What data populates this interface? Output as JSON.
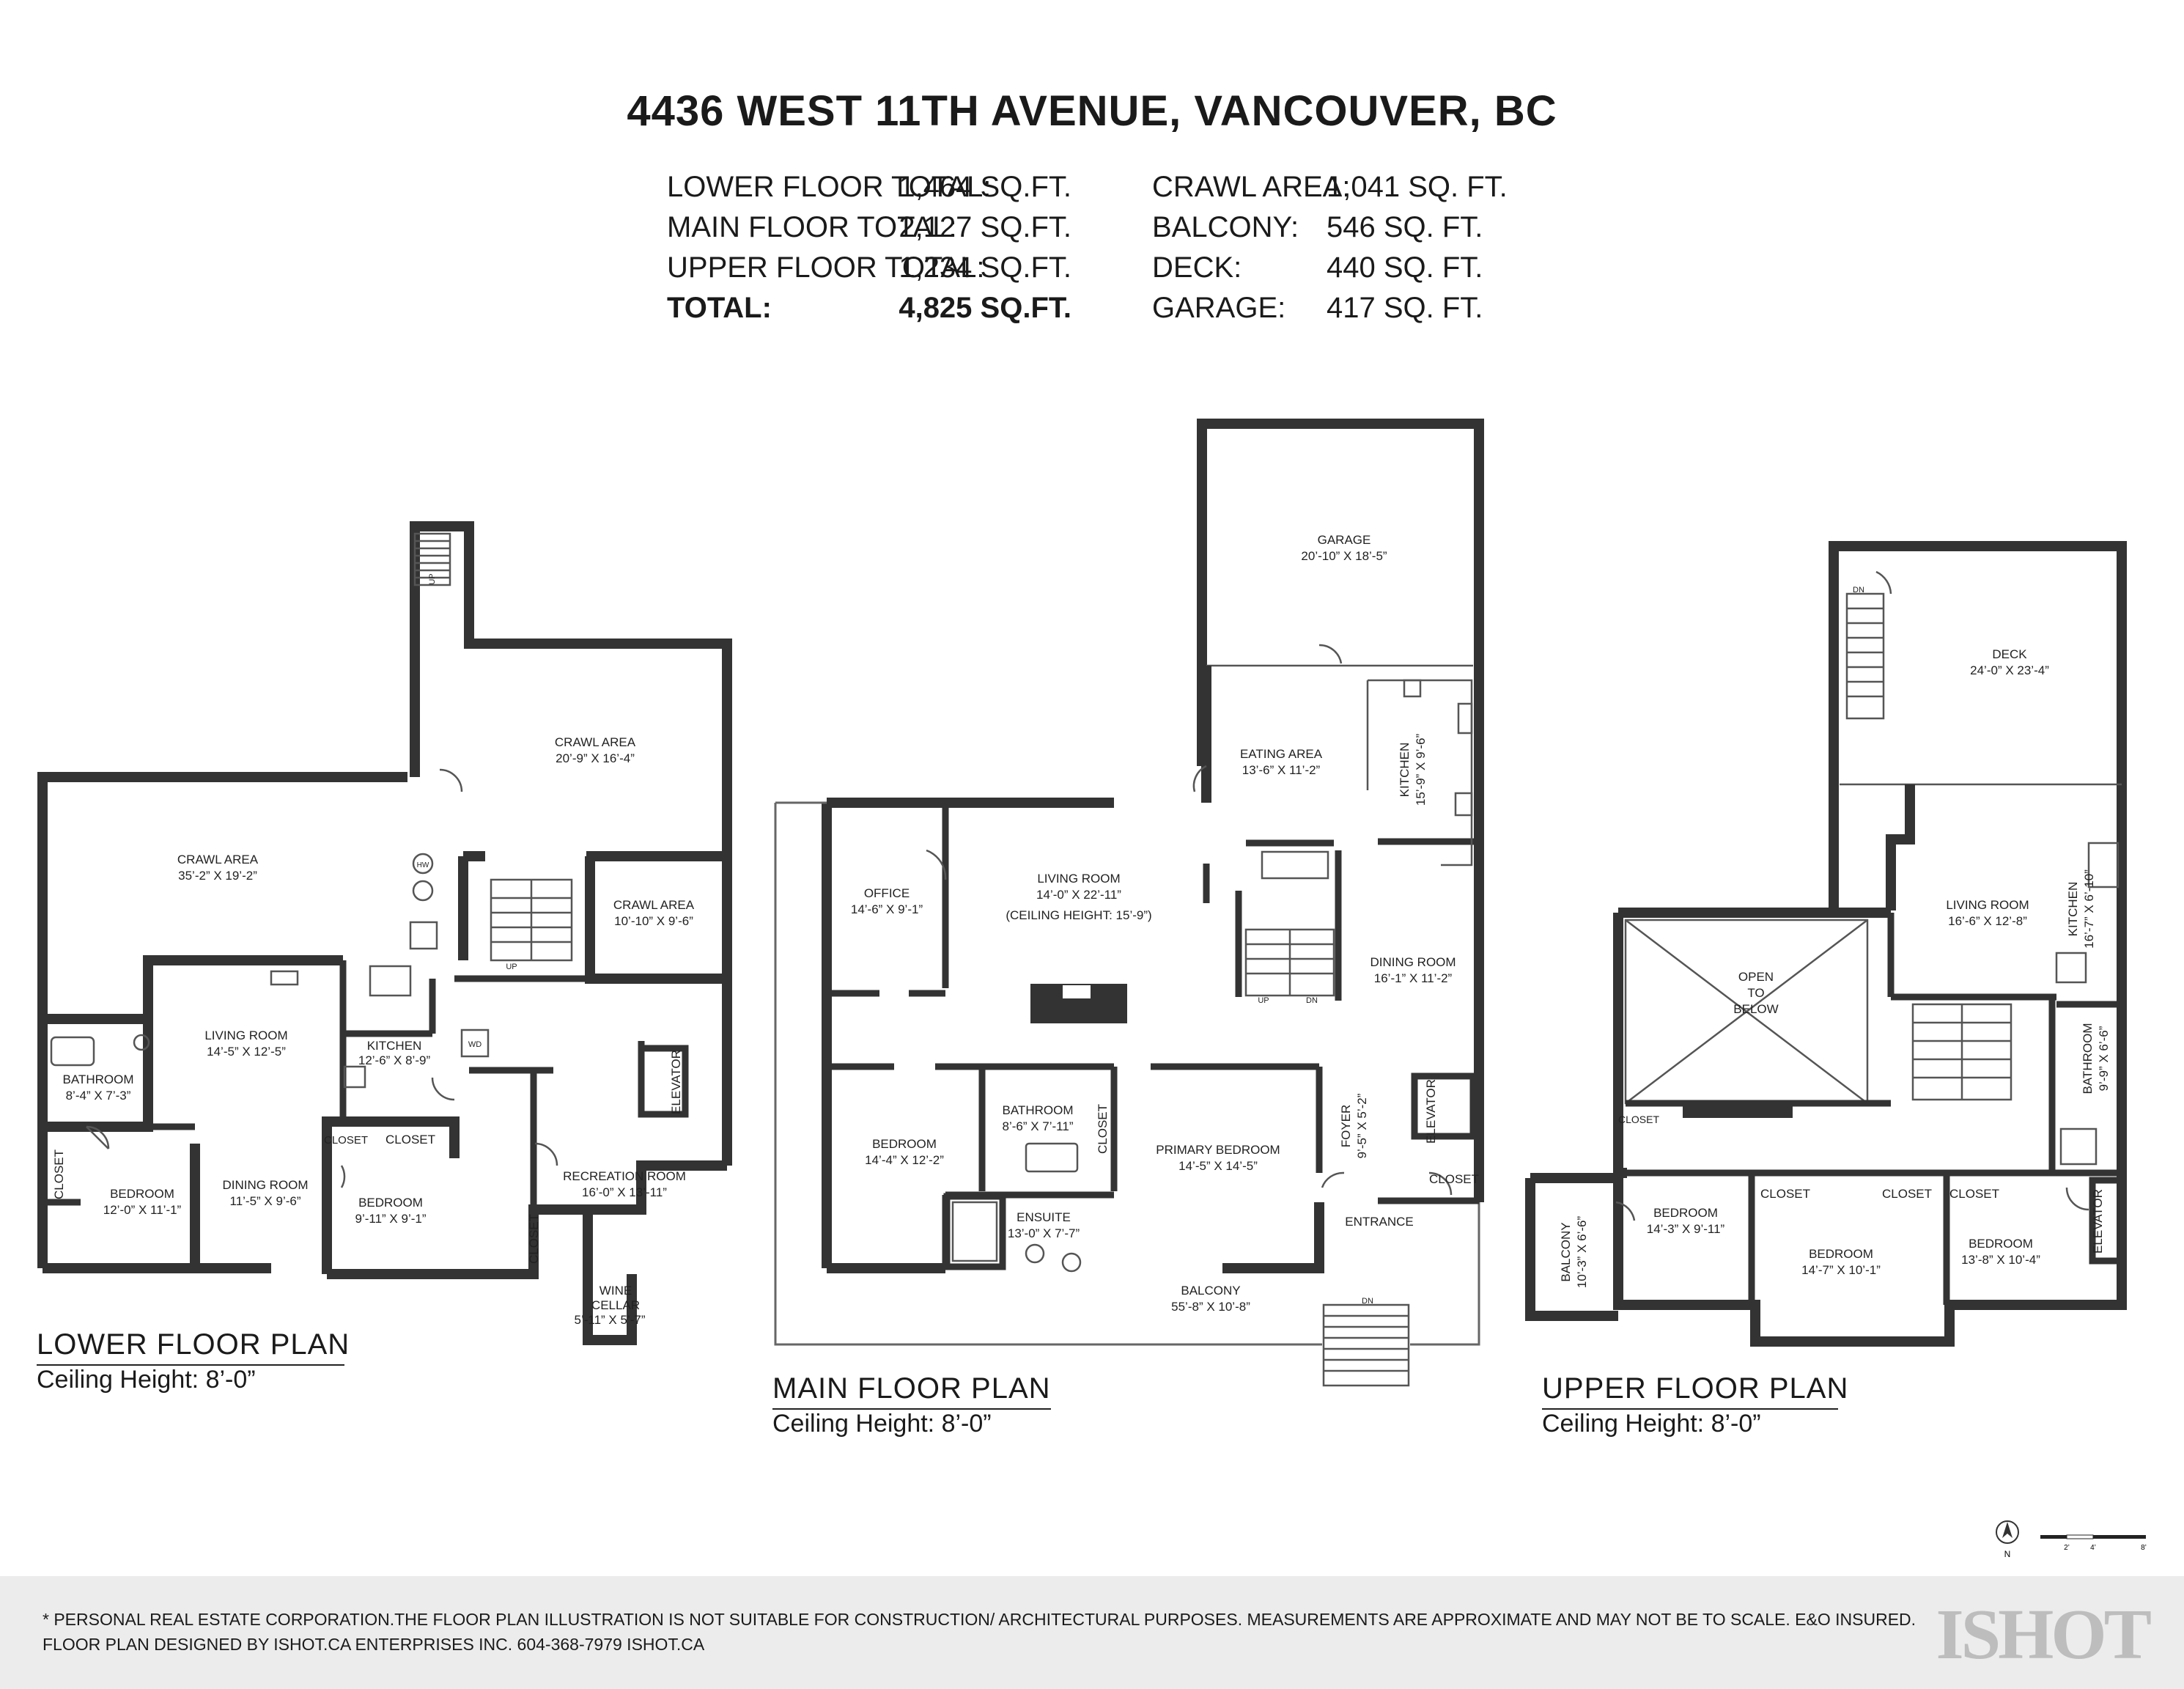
{
  "header": {
    "address": "4436 WEST 11TH AVENUE, VANCOUVER, BC",
    "areas": [
      {
        "label": "LOWER FLOOR TOTAL:",
        "value": "1,464 SQ.FT.",
        "label2": "CRAWL AREA:",
        "value2": "1,041 SQ. FT."
      },
      {
        "label": "MAIN FLOOR TOTAL:",
        "value": "2,127 SQ.FT.",
        "label2": "BALCONY:",
        "value2": "546 SQ. FT."
      },
      {
        "label": "UPPER FLOOR TOTAL:",
        "value": "1,234 SQ.FT.",
        "label2": "DECK:",
        "value2": "440 SQ. FT."
      },
      {
        "label": "TOTAL:",
        "value": "4,825 SQ.FT.",
        "label2": "GARAGE:",
        "value2": "417 SQ. FT."
      }
    ]
  },
  "plans": {
    "lower": {
      "title": "LOWER FLOOR PLAN",
      "ceiling": "Ceiling Height: 8’-0”",
      "rooms": {
        "crawl1": [
          "CRAWL AREA",
          "35’-2” X 19’-2”"
        ],
        "crawl2": [
          "CRAWL AREA",
          "20’-9” X 16’-4”"
        ],
        "crawl3": [
          "CRAWL AREA",
          "10’-10” X 9’-6”"
        ],
        "living": [
          "LIVING ROOM",
          "14’-5” X 12’-5”"
        ],
        "kitchen": [
          "KITCHEN",
          "12’-6” X 8’-9”"
        ],
        "bathroom": [
          "BATHROOM",
          "8’-4” X 7’-3”"
        ],
        "bedroom1": [
          "BEDROOM",
          "12’-0” X 11’-1”"
        ],
        "dining": [
          "DINING ROOM",
          "11’-5” X 9’-6”"
        ],
        "bedroom2": [
          "BEDROOM",
          "9’-11” X 9’-1”"
        ],
        "recreation": [
          "RECREATION ROOM",
          "16’-0” X 13’-11”"
        ],
        "wine": [
          "WINE",
          "CELLAR",
          "5’-11” X 5’-7”"
        ]
      },
      "labels": {
        "closet": "CLOSET",
        "elevator": "ELEVATOR",
        "up": "UP",
        "wd": "WD",
        "hw": "HW"
      }
    },
    "main": {
      "title": "MAIN FLOOR PLAN",
      "ceiling": "Ceiling Height: 8’-0”",
      "rooms": {
        "garage": [
          "GARAGE",
          "20’-10” X 18’-5”"
        ],
        "eating": [
          "EATING AREA",
          "13’-6” X 11’-2”"
        ],
        "kitchen": [
          "KITCHEN",
          "15’-9” X 9’-6”"
        ],
        "office": [
          "OFFICE",
          "14’-6” X 9’-1”"
        ],
        "living": [
          "LIVING ROOM",
          "14’-0” X 22’-11”",
          "(CEILING HEIGHT: 15’-9”)"
        ],
        "dining": [
          "DINING ROOM",
          "16’-1” X 11’-2”"
        ],
        "bedroom": [
          "BEDROOM",
          "14’-4” X 12’-2”"
        ],
        "bathroom": [
          "BATHROOM",
          "8’-6” X 7’-11”"
        ],
        "primary": [
          "PRIMARY BEDROOM",
          "14’-5” X 14’-5”"
        ],
        "foyer": [
          "FOYER",
          "9’-5” X 5’-2”"
        ],
        "ensuite": [
          "ENSUITE",
          "13’-0” X 7’-7”"
        ],
        "balcony": [
          "BALCONY",
          "55’-8” X 10’-8”"
        ]
      },
      "labels": {
        "closet": "CLOSET",
        "elevator": "ELEVATOR",
        "entrance": "ENTRANCE",
        "dn": "DN",
        "up": "UP"
      }
    },
    "upper": {
      "title": "UPPER FLOOR PLAN",
      "ceiling": "Ceiling Height: 8’-0”",
      "rooms": {
        "deck": [
          "DECK",
          "24’-0” X 23’-4”"
        ],
        "living": [
          "LIVING ROOM",
          "16’-6” X 12’-8”"
        ],
        "kitchen": [
          "KITCHEN",
          "16’-7” X 6’-10”"
        ],
        "open": [
          "OPEN",
          "TO",
          "BELOW"
        ],
        "bathroom": [
          "BATHROOM",
          "9’-9” X 6’-6”"
        ],
        "balcony": [
          "BALCONY",
          "10’-3” X 6’-6”"
        ],
        "bedroom1": [
          "BEDROOM",
          "14’-3” X 9’-11”"
        ],
        "bedroom2": [
          "BEDROOM",
          "14’-7” X 10’-1”"
        ],
        "bedroom3": [
          "BEDROOM",
          "13’-8” X 10’-4”"
        ]
      },
      "labels": {
        "closet": "CLOSET",
        "elevator": "ELEVATOR",
        "dn": "DN"
      }
    }
  },
  "scale": {
    "ticks": [
      "2’",
      "4’",
      "8’"
    ],
    "north": "N"
  },
  "footer": {
    "disclaimer1": "* PERSONAL REAL ESTATE CORPORATION.THE FLOOR PLAN ILLUSTRATION IS NOT SUITABLE FOR CONSTRUCTION/ ARCHITECTURAL PURPOSES. MEASUREMENTS ARE APPROXIMATE AND MAY NOT BE TO SCALE. E&O INSURED.",
    "disclaimer2": "FLOOR PLAN DESIGNED BY ISHOT.CA ENTERPRISES INC. 604-368-7979  ISHOT.CA",
    "logo": "ISHOT"
  }
}
